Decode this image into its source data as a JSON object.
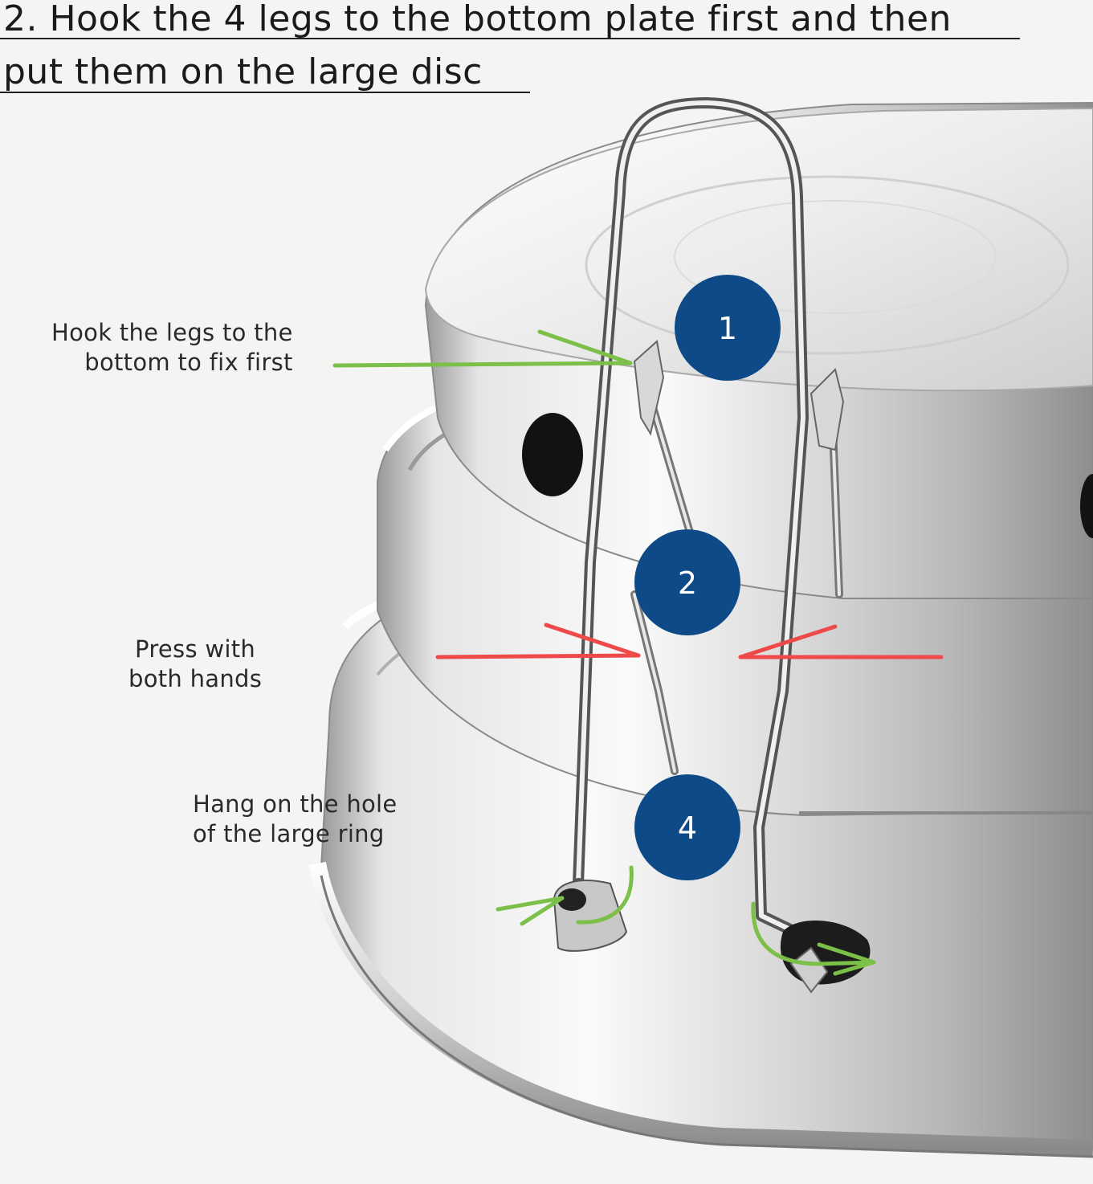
{
  "heading": {
    "line1": "2. Hook the 4 legs to the bottom plate first and then",
    "line2": "put them on the large disc"
  },
  "callouts": {
    "hook": {
      "line1": "Hook the legs to the",
      "line2": "bottom to fix first"
    },
    "press": {
      "line1": "Press with",
      "line2": "both hands"
    },
    "hang": {
      "line1": "Hang on the hole",
      "line2": "of the large ring"
    }
  },
  "steps": [
    "1",
    "2",
    "4"
  ],
  "colors": {
    "step_badge": "#0e4a88",
    "arrow_green": "#7cc04a",
    "arrow_red": "#ee4a4a",
    "text": "#2a2a2a"
  }
}
